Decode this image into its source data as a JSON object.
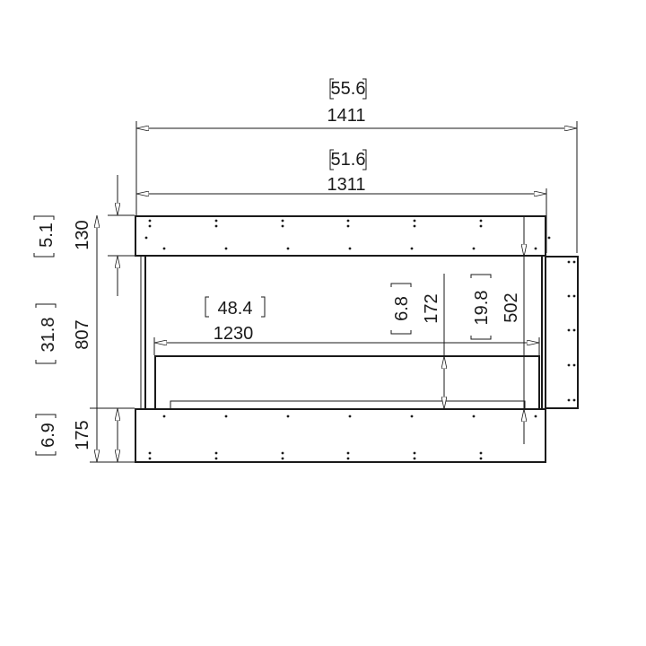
{
  "dimensions": {
    "overall_width": {
      "inches": "55.6",
      "mm": "1411"
    },
    "body_width": {
      "inches": "51.6",
      "mm": "1311"
    },
    "opening_width": {
      "inches": "48.4",
      "mm": "1230"
    },
    "top_band_height": {
      "inches": "5.1",
      "mm": "130"
    },
    "overall_height": {
      "inches": "31.8",
      "mm": "807"
    },
    "bottom_band_height": {
      "inches": "6.9",
      "mm": "175"
    },
    "burner_height": {
      "inches": "6.8",
      "mm": "172"
    },
    "opening_height": {
      "inches": "19.8",
      "mm": "502"
    }
  }
}
